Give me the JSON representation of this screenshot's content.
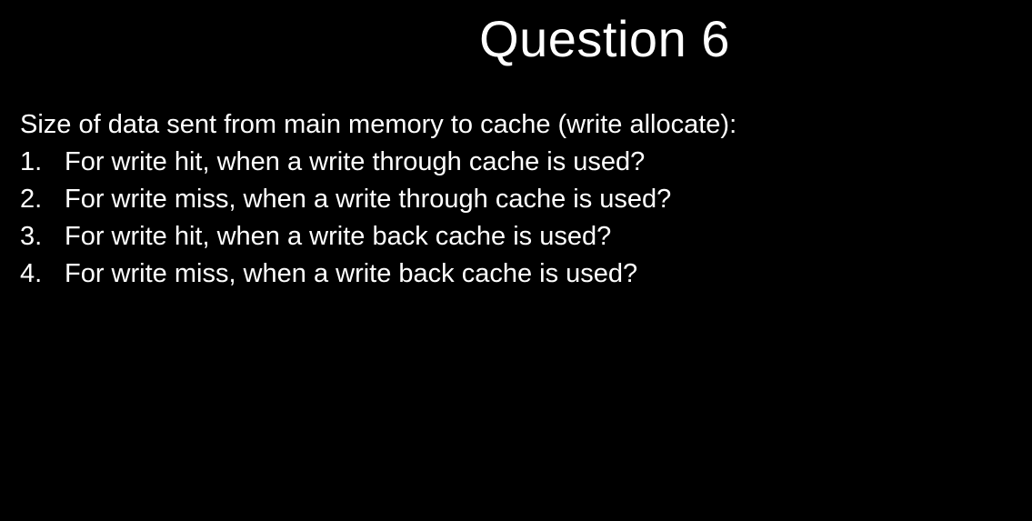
{
  "slide": {
    "title": "Question 6",
    "intro": "Size of data sent from main memory to cache (write allocate):",
    "items": [
      {
        "number": "1.",
        "text": "For write hit, when a write through cache is used?"
      },
      {
        "number": "2.",
        "text": "For write miss, when a write through cache is used?"
      },
      {
        "number": "3.",
        "text": "For write hit, when a write back cache is used?"
      },
      {
        "number": "4.",
        "text": "For write miss, when a write back cache is used?"
      }
    ]
  }
}
